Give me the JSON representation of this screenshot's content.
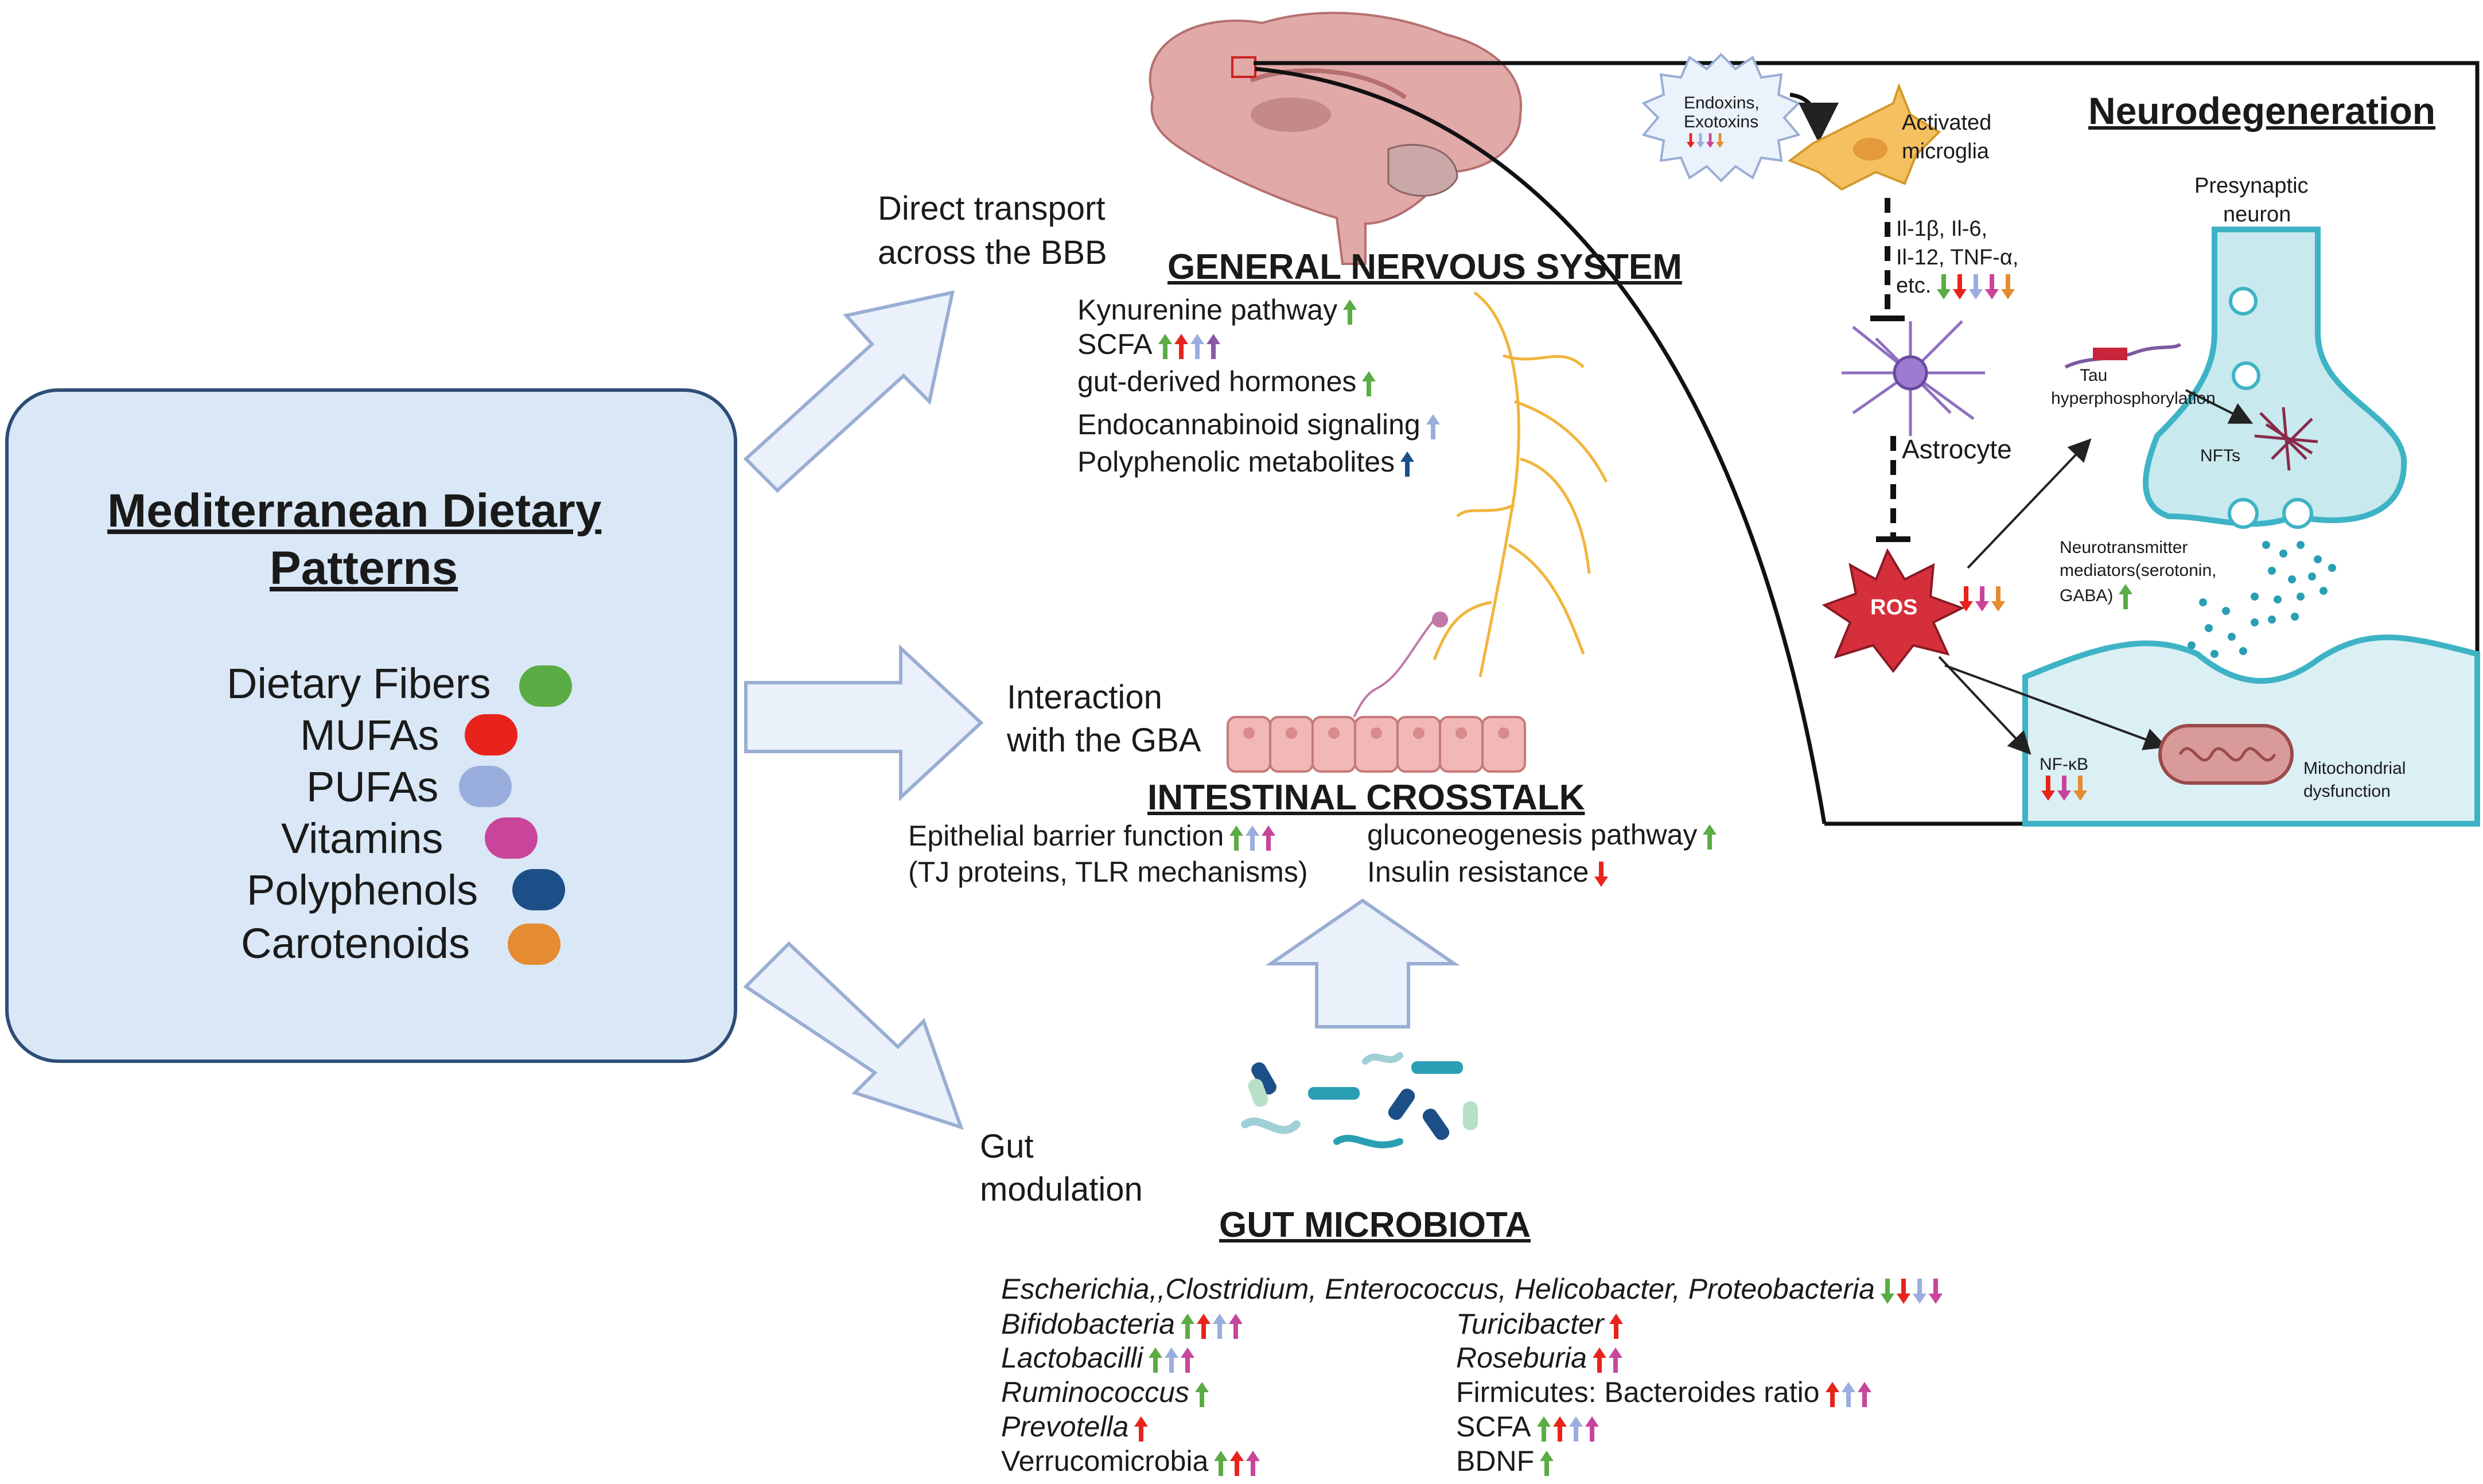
{
  "title_box": {
    "title_line1": "Mediterranean Dietary ",
    "title_line2": "Patterns"
  },
  "nutrients": [
    {
      "label": "Dietary Fibers",
      "color": "#5aac44"
    },
    {
      "label": "MUFAs",
      "color": "#e8231b"
    },
    {
      "label": "PUFAs",
      "color": "#9aaede"
    },
    {
      "label": "Vitamins",
      "color": "#c8459b"
    },
    {
      "label": "Polyphenols",
      "color": "#1c4f87"
    },
    {
      "label": "Carotenoids",
      "color": "#e58b32"
    }
  ],
  "pathways": {
    "direct_line1": "Direct transport",
    "direct_line2": "across the BBB",
    "gba_line1": "Interaction",
    "gba_line2": "with the GBA",
    "gut_line1": "Gut",
    "gut_line2": "modulation"
  },
  "nervous_system": {
    "heading": "GENERAL NERVOUS SYSTEM",
    "items": [
      {
        "label": "Kynurenine pathway",
        "arrows": [
          "up:#5aac44"
        ]
      },
      {
        "label": "SCFA",
        "arrows": [
          "up:#5aac44",
          "up:#e8231b",
          "up:#9aaede",
          "up:#8b5aa6"
        ]
      },
      {
        "label": "gut-derived hormones",
        "arrows": [
          "up:#5aac44"
        ]
      },
      {
        "label": "Endocannabinoid signaling",
        "arrows": [
          "up:#9aaede"
        ]
      },
      {
        "label": "Polyphenolic metabolites",
        "arrows": [
          "up:#1c4f87"
        ]
      }
    ]
  },
  "intestinal": {
    "heading": "INTESTINAL CROSSTALK",
    "barrier_line1": "Epithelial barrier function",
    "barrier_line2": "(TJ proteins, TLR mechanisms)",
    "barrier_arrows": [
      "up:#5aac44",
      "up:#9aaede",
      "up:#c8459b"
    ],
    "gluco": "gluconeogenesis pathway",
    "gluco_arrows": [
      "up:#5aac44"
    ],
    "insulin": "Insulin resistance",
    "insulin_arrows": [
      "down:#e8231b"
    ]
  },
  "microbiota": {
    "heading": "GUT MICROBIOTA",
    "top_line": "Escherichia,,Clostridium, Enterococcus, Helicobacter, Proteobacteria",
    "top_arrows": [
      "down:#5aac44",
      "down:#e8231b",
      "down:#9aaede",
      "down:#c8459b"
    ],
    "left": [
      {
        "label": "Bifidobacteria",
        "italic": true,
        "arrows": [
          "up:#5aac44",
          "up:#e8231b",
          "up:#9aaede",
          "up:#c8459b"
        ]
      },
      {
        "label": "Lactobacilli",
        "italic": true,
        "arrows": [
          "up:#5aac44",
          "up:#9aaede",
          "up:#c8459b"
        ]
      },
      {
        "label": "Ruminococcus",
        "italic": true,
        "arrows": [
          "up:#5aac44"
        ]
      },
      {
        "label": "Prevotella",
        "italic": true,
        "arrows": [
          "up:#e8231b"
        ]
      },
      {
        "label": "Verrucomicrobia",
        "italic": false,
        "arrows": [
          "up:#5aac44",
          "up:#e8231b",
          "up:#c8459b"
        ]
      }
    ],
    "right": [
      {
        "label": "Turicibacter",
        "italic": true,
        "arrows": [
          "up:#e8231b"
        ]
      },
      {
        "label": "Roseburia",
        "italic": true,
        "arrows": [
          "up:#e8231b",
          "up:#c8459b"
        ]
      },
      {
        "label": "Firmicutes: Bacteroides ratio",
        "italic": false,
        "arrows": [
          "up:#e8231b",
          "up:#9aaede",
          "up:#c8459b"
        ]
      },
      {
        "label": "SCFA",
        "italic": false,
        "arrows": [
          "up:#5aac44",
          "up:#e8231b",
          "up:#9aaede",
          "up:#c8459b"
        ]
      },
      {
        "label": "BDNF",
        "italic": false,
        "arrows": [
          "up:#5aac44"
        ]
      }
    ]
  },
  "neuro": {
    "heading": "Neurodegeneration",
    "toxins_line1": "Endoxins,",
    "toxins_line2": "Exotoxins",
    "toxins_arrows": [
      "down:#e8231b",
      "down:#9aaede",
      "down:#c8459b",
      "down:#e58b32"
    ],
    "microglia_line1": "Activated",
    "microglia_line2": "microglia",
    "cytokines_line1": "Il-1β, Il-6,",
    "cytokines_line2": "Il-12, TNF-α,",
    "cytokines_line3": "etc.",
    "cytokine_arrows": [
      "down:#5aac44",
      "down:#e8231b",
      "down:#9aaede",
      "down:#c8459b",
      "down:#e58b32"
    ],
    "astrocyte": "Astrocyte",
    "ros": "ROS",
    "ros_arrows": [
      "down:#e8231b",
      "down:#c8459b",
      "down:#e58b32"
    ],
    "tau_line1": "Tau",
    "tau_line2": "hyperphosphorylation",
    "nfts": "NFTs",
    "presyn_line1": "Presynaptic",
    "presyn_line2": "neuron",
    "nt_line1": "Neurotransmitter",
    "nt_line2": "mediators(serotonin,",
    "nt_line3": "GABA)",
    "nt_arrows": [
      "up:#5aac44"
    ],
    "nfkb": "NF-κB",
    "nfkb_arrows": [
      "down:#e8231b",
      "down:#c8459b",
      "down:#e58b32"
    ],
    "mito_line1": "Mitochondrial",
    "mito_line2": "dysfunction"
  }
}
